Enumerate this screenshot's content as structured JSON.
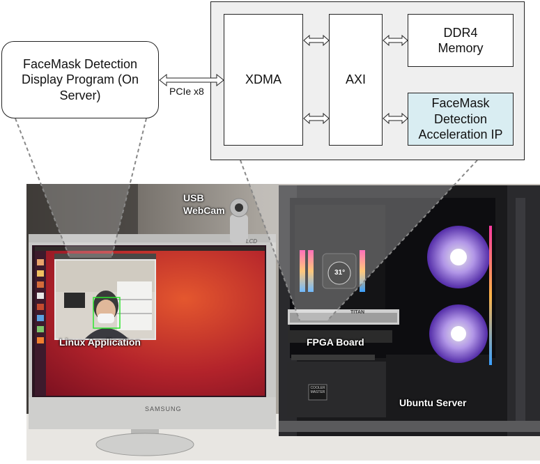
{
  "diagram": {
    "host_box": "FaceMask Detection Display Program (On Server)",
    "link_label": "PCIe x8",
    "blocks": {
      "xdma": "XDMA",
      "axi": "AXI",
      "ddr4": "DDR4 Memory",
      "facemask_ip": "FaceMask Detection Acceleration IP"
    },
    "colors": {
      "ip_fill": "#d9edf2",
      "board_bg": "#efefef"
    }
  },
  "photo": {
    "labels": {
      "usb_webcam": "USB WebCam",
      "linux_app": "Linux Application",
      "fpga_board": "FPGA Board",
      "ubuntu_server": "Ubuntu Server"
    },
    "monitor_brand_bottom": "SAMSUNG",
    "monitor_brand_top": "LCD",
    "gpu_temp": "31°",
    "gpu_brand": "TITAN",
    "case_brand": "COOLER MASTER"
  }
}
